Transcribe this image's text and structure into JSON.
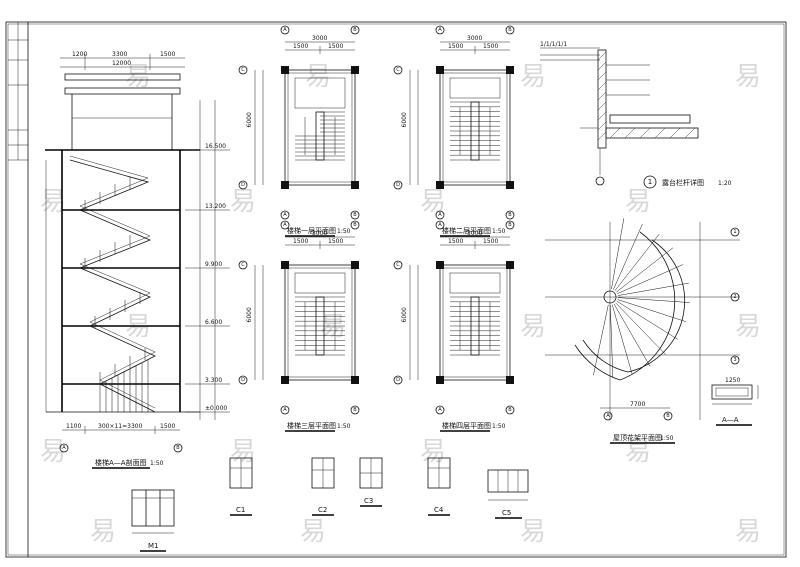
{
  "sheet": {
    "titles": {
      "section": "楼梯A—A剖面图",
      "section_scale": "1:50",
      "plan1": "楼梯一层平面图",
      "plan1_scale": "1:50",
      "plan2": "楼梯二层平面图",
      "plan2_scale": "1:50",
      "plan3": "楼梯三层平面图",
      "plan3_scale": "1:50",
      "plan4": "楼梯四层平面图",
      "plan4_scale": "1:50",
      "detail1": "露台栏杆详图",
      "detail1_scale": "1:20",
      "detail1_num": "1",
      "spiral": "屋顶花架平面图",
      "spiral_scale": "1:50",
      "sectionAA": "A—A",
      "small1": "M1",
      "small2": "C1",
      "small3": "C2",
      "small4": "C3",
      "small5": "C4",
      "small6": "C5"
    },
    "dims": {
      "sec_top1": "1200",
      "sec_top2": "3300",
      "sec_top3": "1500",
      "sec_top_total": "12000",
      "sec_bottom1": "1100",
      "sec_bottom2": "300×11=3300",
      "sec_bottom3": "1500",
      "plan_w": "3000",
      "plan_sub1": "1500",
      "plan_sub2": "1500",
      "plan_h": "6000",
      "spiral_dim": "7700",
      "sec_aa_dim": "1250"
    },
    "grid": {
      "a": "A",
      "b": "B",
      "c": "C",
      "d": "D",
      "n1": "1",
      "n2": "2",
      "n3": "3"
    },
    "levels": {
      "l0": "±0.000",
      "l1": "3.300",
      "l2": "6.600",
      "l3": "9.900",
      "l4": "13.200",
      "l5": "16.500"
    },
    "watermark": "易"
  }
}
